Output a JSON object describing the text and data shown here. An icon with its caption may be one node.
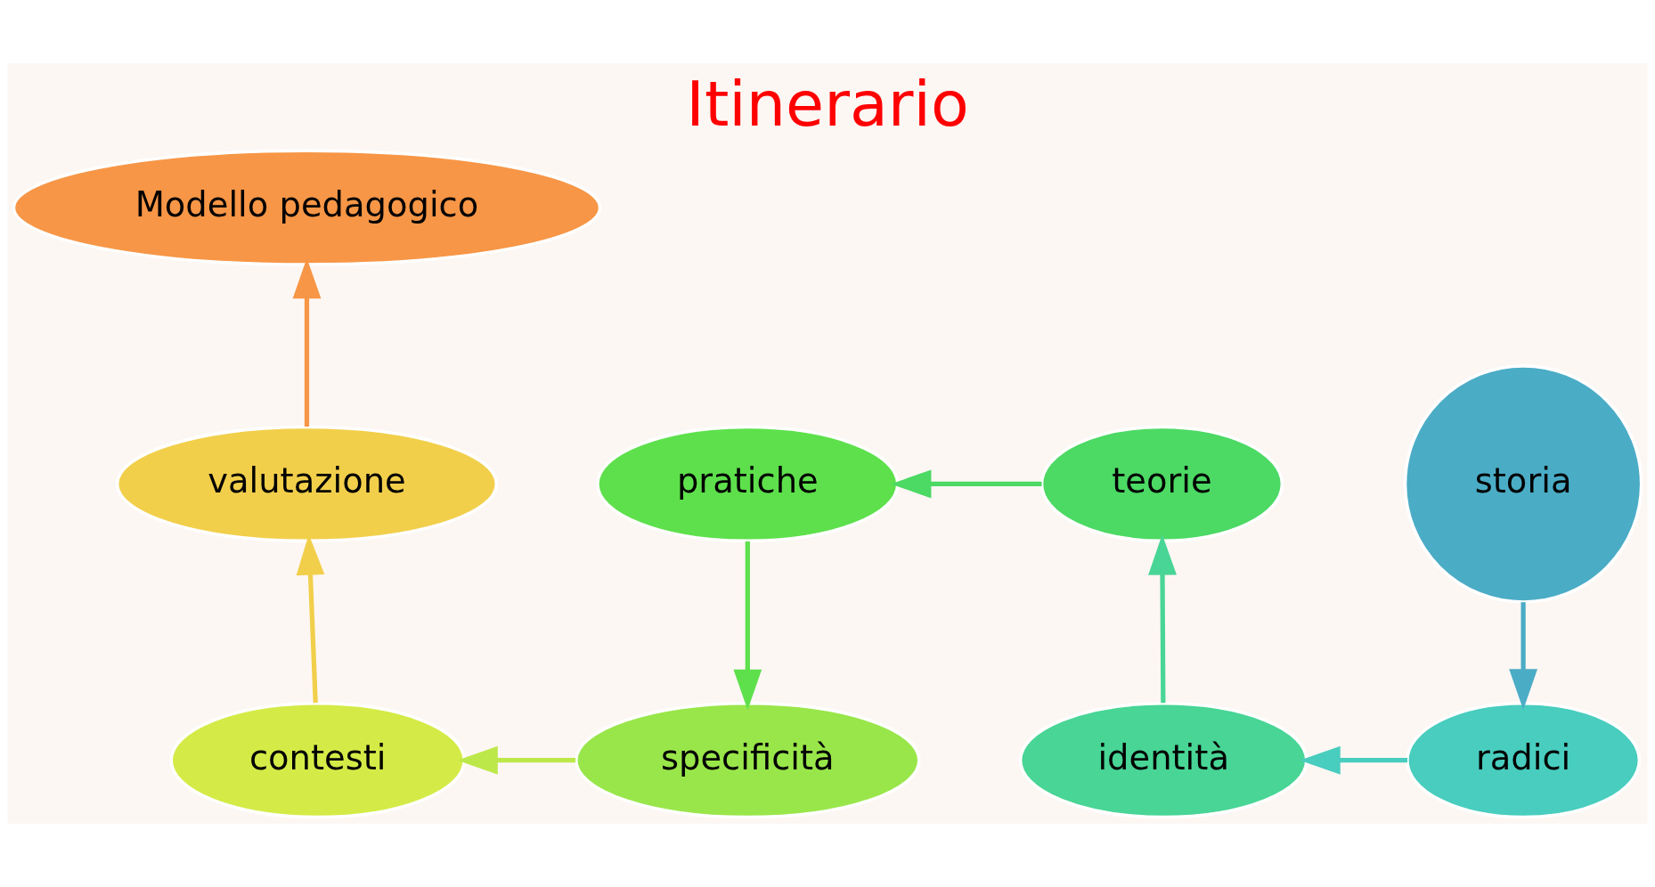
{
  "diagram": {
    "title": "Itinerario",
    "nodes": [
      {
        "text": [
          "storia"
        ]
      },
      {
        "text": [
          "radici"
        ]
      },
      {
        "text": [
          "identità"
        ]
      },
      {
        "text": [
          "teorie"
        ]
      },
      {
        "text": [
          "pratiche"
        ]
      },
      {
        "text": [
          "specificità"
        ]
      },
      {
        "text": [
          "contesti"
        ]
      },
      {
        "text": [
          "valutazione"
        ]
      },
      {
        "text": [
          "Modello pedagogico"
        ]
      }
    ],
    "edges": [
      {
        "from": 0,
        "to": 1,
        "arrow": "to",
        "color": "#4bacc6"
      },
      {
        "from": 1,
        "to": 2,
        "arrow": "to",
        "color": "#48cdbe"
      },
      {
        "from": 2,
        "to": 3,
        "arrow": "to",
        "color": "#48d595"
      },
      {
        "from": 3,
        "to": 4,
        "arrow": "to",
        "color": "#4cd964"
      },
      {
        "from": 4,
        "to": 5,
        "arrow": "to",
        "color": "#5ee04c"
      },
      {
        "from": 5,
        "to": 6,
        "arrow": "to",
        "color": "#bde84a"
      },
      {
        "from": 6,
        "to": 7,
        "arrow": "to",
        "color": "#f2cf4b"
      },
      {
        "from": 7,
        "to": 8,
        "arrow": "to",
        "color": "#f79646"
      }
    ]
  }
}
